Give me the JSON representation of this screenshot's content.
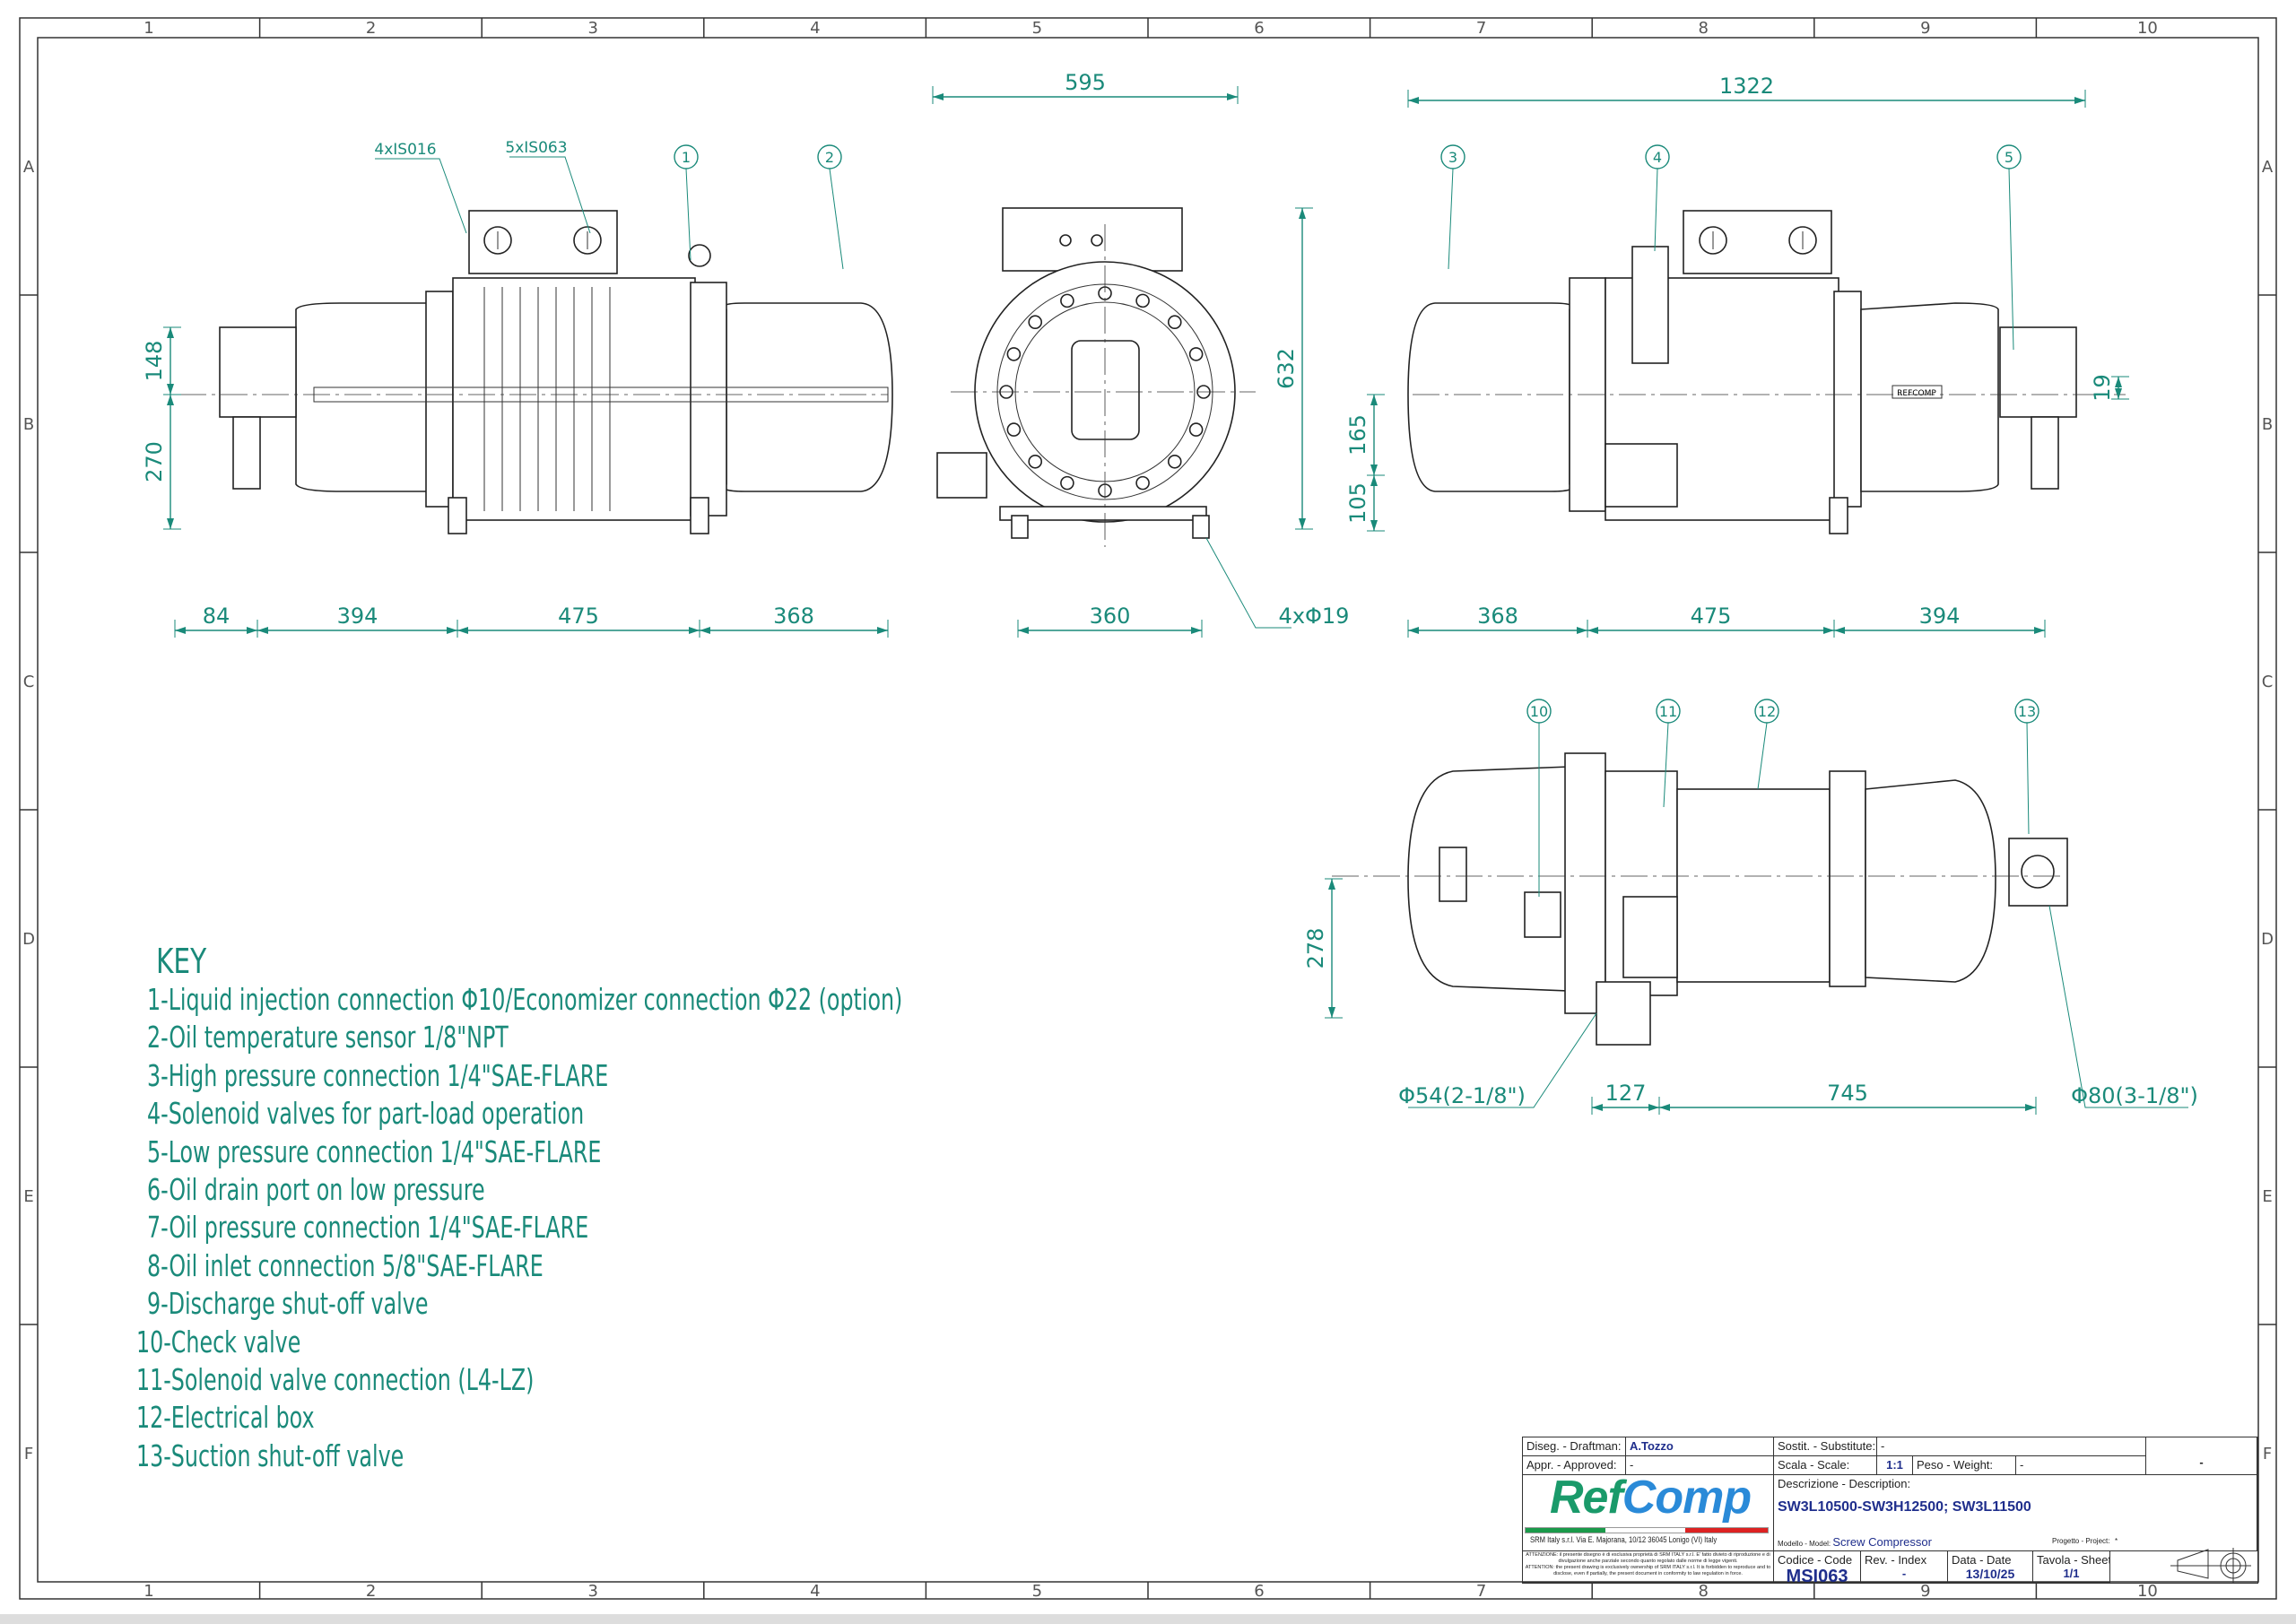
{
  "grid": {
    "columns": [
      "1",
      "2",
      "3",
      "4",
      "5",
      "6",
      "7",
      "8",
      "9",
      "10"
    ],
    "rows": [
      "A",
      "B",
      "C",
      "D",
      "E",
      "F"
    ]
  },
  "callouts": {
    "isolators_left": "4xIS016",
    "isolators_right": "5xIS063",
    "bubbles": [
      "1",
      "2",
      "3",
      "4",
      "5",
      "10",
      "11",
      "12",
      "13"
    ]
  },
  "dimensions": {
    "view1": {
      "d84": "84",
      "d394": "394",
      "d475": "475",
      "d368": "368",
      "d148": "148",
      "d270": "270"
    },
    "view2": {
      "d595": "595",
      "d632": "632",
      "d360": "360",
      "holes": "4xΦ19"
    },
    "view3": {
      "d1322": "1322",
      "d368": "368",
      "d475": "475",
      "d394": "394",
      "d19": "19",
      "d165": "165",
      "d105": "105"
    },
    "view4": {
      "d278": "278",
      "d127": "127",
      "d745": "745",
      "phi54": "Φ54(2-1/8\")",
      "phi80": "Φ80(3-1/8\")"
    }
  },
  "nameplate": "REFCOMP",
  "key": {
    "title": "KEY",
    "items": [
      "1-Liquid injection connection Φ10/Economizer connection Φ22 (option)",
      "2-Oil temperature sensor 1/8\"NPT",
      "3-High pressure connection 1/4\"SAE-FLARE",
      "4-Solenoid valves for part-load operation",
      "5-Low pressure connection 1/4\"SAE-FLARE",
      "6-Oil drain port on low pressure",
      "7-Oil pressure connection 1/4\"SAE-FLARE",
      "8-Oil inlet connection 5/8\"SAE-FLARE",
      "9-Discharge shut-off valve",
      "10-Check valve",
      "11-Solenoid valve connection (L4-LZ)",
      "12-Electrical box",
      "13-Suction shut-off valve"
    ]
  },
  "title_block": {
    "draftman_label": "Diseg. - Draftman:",
    "draftman": "A.Tozzo",
    "approved_label": "Appr. - Approved:",
    "approved": "-",
    "substitute_label": "Sostit. - Substitute:",
    "substitute": "-",
    "scale_label": "Scala - Scale:",
    "scale": "1:1",
    "weight_label": "Peso - Weight:",
    "weight": "-",
    "extra": "-",
    "logo": "RefComp",
    "company": "SRM Italy s.r.l.  Via E. Majorana, 10/12 36045 Lonigo (VI) Italy",
    "notice_it": "ATTENZIONE: il presente disegno è di esclusiva proprietà di SRM ITALY s.r.l. E' fatto divieto di riproduzione e di divulgazione anche parziale secondo quanto regolato dalle norme di legge vigenti.",
    "notice_en": "ATTENTION: the present drawing is exclusively ownership of SRM ITALY s.r.l. It is forbidden to reproduce and to disclose, even if partially, the present document in conformity to law regulation in force.",
    "description_label": "Descrizione - Description:",
    "description": "SW3L10500-SW3H12500; SW3L11500",
    "model_label": "Modello - Model:",
    "model": "Screw Compressor",
    "project_label": "Progetto - Project:",
    "project": "*",
    "code_label": "Codice - Code",
    "code": "MSI063",
    "rev_label": "Rev. - Index",
    "rev": "-",
    "date_label": "Data - Date",
    "date": "13/10/25",
    "sheet_label": "Tavola - Sheet",
    "sheet": "1/1"
  },
  "colors": {
    "dimension": "#1a8a7a",
    "title_blue": "#1f2e8c",
    "logo_green": "#1a9a6a",
    "logo_blue": "#2a8ad8"
  }
}
